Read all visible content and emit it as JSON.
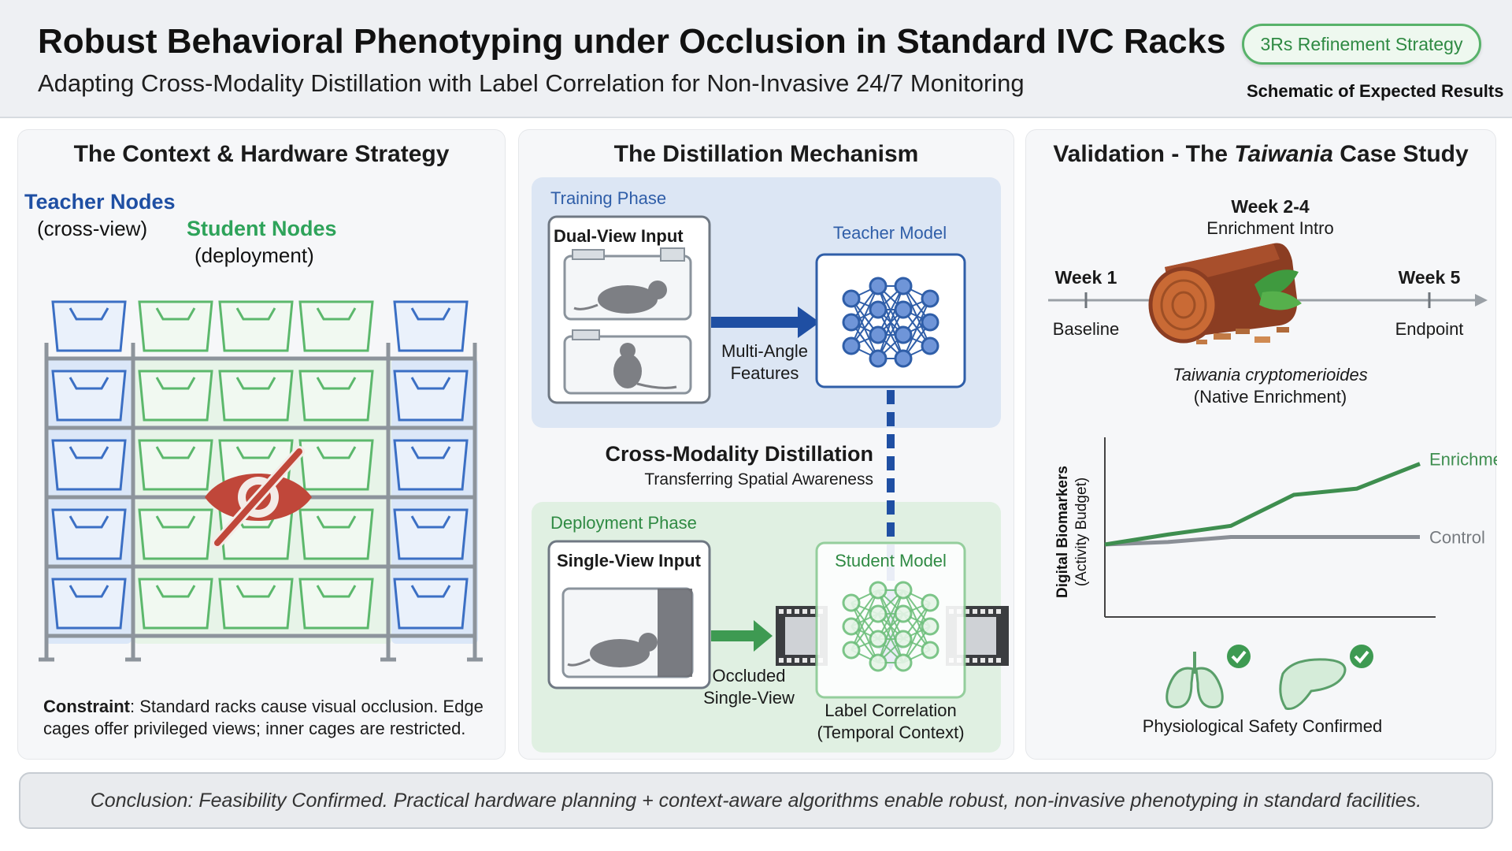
{
  "header": {
    "title": "Robust Behavioral Phenotyping under Occlusion in Standard IVC Racks",
    "subtitle": "Adapting Cross-Modality Distillation with Label Correlation for Non-Invasive 24/7 Monitoring",
    "badge": "3Rs Refinement Strategy",
    "note": "Schematic of Expected Results"
  },
  "colors": {
    "teacher_blue": "#1f4fa3",
    "student_green": "#2ea35a",
    "occlusion_red": "#c0392b",
    "enrichment_line": "#3e8e4f",
    "control_line": "#8a8f96"
  },
  "context": {
    "title": "The Context & Hardware Strategy",
    "teacher_label": "Teacher Nodes",
    "teacher_sub": "(cross-view)",
    "student_label": "Student Nodes",
    "student_sub": "(deployment)",
    "constraint_bold": "Constraint",
    "constraint_text": ": Standard racks cause visual occlusion. Edge cages offer privileged views; inner cages are restricted.",
    "occlusion_icon": "eye-slash-icon"
  },
  "distillation": {
    "title": "The Distillation Mechanism",
    "training_phase": "Training Phase",
    "dual_view_input": "Dual-View Input",
    "teacher_model": "Teacher Model",
    "multi_angle_1": "Multi-Angle",
    "multi_angle_2": "Features",
    "cmd_title": "Cross-Modality Distillation",
    "cmd_sub": "Transferring Spatial Awareness",
    "deployment_phase": "Deployment Phase",
    "single_view_input": "Single-View Input",
    "student_model": "Student Model",
    "occluded_1": "Occluded",
    "occluded_2": "Single-View",
    "label_corr_1": "Label Correlation",
    "label_corr_2": "(Temporal Context)"
  },
  "validation": {
    "title_prefix": "Validation - The ",
    "title_italic": "Taiwania",
    "title_suffix": " Case Study",
    "week_mid": "Week 2-4",
    "week_mid_sub": "Enrichment Intro",
    "week_start": "Week 1",
    "week_start_sub": "Baseline",
    "week_end": "Week 5",
    "week_end_sub": "Endpoint",
    "species": "Taiwania cryptomerioides",
    "species_sub": "(Native Enrichment)",
    "ylabel_1": "Digital Biomarkers",
    "ylabel_2": "(Activity Budget)",
    "safety": "Physiological Safety Confirmed",
    "organ_icons": [
      "lungs-icon",
      "liver-icon"
    ]
  },
  "chart_data": {
    "type": "line",
    "x": [
      0,
      1,
      2,
      3,
      4,
      5
    ],
    "series": [
      {
        "name": "Enrichment",
        "values": [
          0.0,
          0.08,
          0.15,
          0.4,
          0.45,
          0.65
        ]
      },
      {
        "name": "Control",
        "values": [
          0.0,
          0.02,
          0.06,
          0.06,
          0.06,
          0.06
        ]
      }
    ],
    "ylim": [
      0,
      0.8
    ],
    "grid": false,
    "xlabel": "",
    "ylabel": "Digital Biomarkers (Activity Budget)"
  },
  "footer": {
    "conclusion": "Conclusion: Feasibility Confirmed. Practical hardware planning + context-aware algorithms enable robust, non-invasive phenotyping in standard facilities."
  }
}
